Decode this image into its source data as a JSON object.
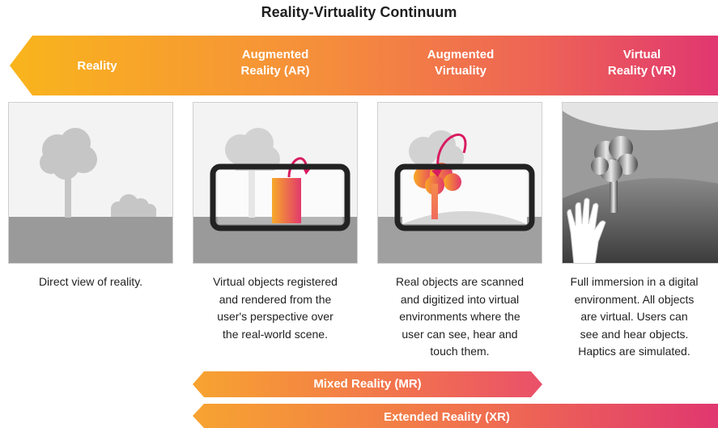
{
  "title": "Reality-Virtuality Continuum",
  "stages": [
    {
      "label": "Reality"
    },
    {
      "label": "Augmented\nReality (AR)"
    },
    {
      "label": "Augmented\nVirtuality"
    },
    {
      "label": "Virtual\nReality (VR)"
    }
  ],
  "captions": [
    "Direct view of reality.",
    "Virtual objects registered\nand rendered from the\nuser's perspective over\nthe real-world scene.",
    "Real objects are scanned\nand digitized into virtual\nenvironments where the\nuser can see, hear and\ntouch them.",
    "Full immersion in a digital\nenvironment. All objects\nare virtual. Users can\nsee and hear objects.\nHaptics are simulated."
  ],
  "bars": {
    "mixed": "Mixed Reality (MR)",
    "extended": "Extended Reality (XR)"
  },
  "colors": {
    "gradient_start": "#f9b31e",
    "gradient_mid": "#f37b4a",
    "gradient_end": "#e0356e",
    "arrow_accent": "#d81b60"
  }
}
